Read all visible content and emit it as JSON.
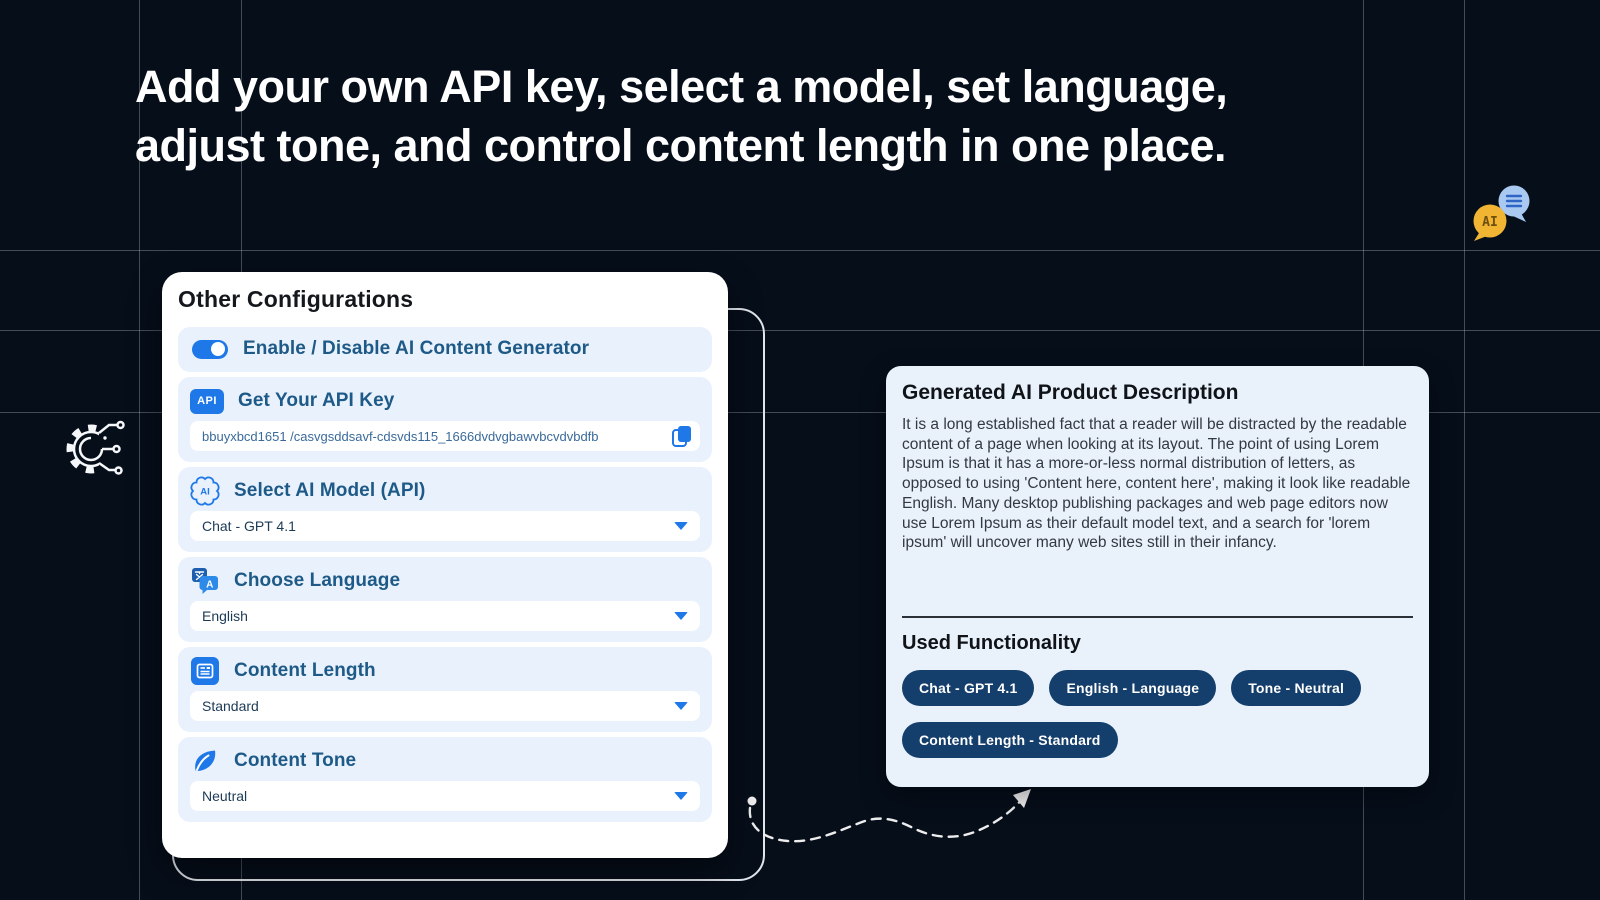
{
  "colors": {
    "bg": "#060e1a",
    "grid": "rgba(199,208,222,0.32)",
    "accent": "#1e78e8",
    "label": "#1e5a87",
    "value-text": "#1c3a55",
    "card-bg": "#ffffff",
    "section-bg": "#e9f1fd",
    "result-bg": "#e9f1fa",
    "badge-bg": "#143e6b",
    "badge-text": "#ffffff",
    "heading-text": "#ffffff",
    "outline": "#e2e6ec",
    "paragraph": "#343941",
    "title-dark": "#14181d",
    "bubble-yellow": "#f1b433",
    "bubble-blue": "#aac9f0"
  },
  "heading": {
    "line1": "Add your own API key, select a model, set language,",
    "line2": "adjust tone, and control content length in one place."
  },
  "config_card": {
    "title": "Other Configurations",
    "toggle": {
      "label": "Enable / Disable AI Content Generator",
      "state": "on"
    },
    "api": {
      "badge": "API",
      "title": "Get Your API Key",
      "key": "bbuyxbcd1651 /casvgsddsavf-cdsvds115_1666dvdvgbawvbcvdvbdfb"
    },
    "model": {
      "title": "Select AI Model (API)",
      "value": "Chat - GPT 4.1"
    },
    "language": {
      "title": "Choose Language",
      "value": "English"
    },
    "length": {
      "title": "Content Length",
      "value": "Standard"
    },
    "tone": {
      "title": "Content Tone",
      "value": "Neutral"
    }
  },
  "result_card": {
    "title": "Generated AI Product Description",
    "body": "It is a long established fact that a reader will be distracted by the  readable content of a page when looking at its layout. The point of  using Lorem Ipsum is that it has a more-or-less normal distribution of  letters, as opposed to using 'Content here, content here', making it  look like readable English. Many desktop publishing packages and web page editors now use Lorem  Ipsum as their default model text, and a search for 'lorem ipsum' will  uncover many web sites still in their infancy.",
    "subtitle": "Used Functionality",
    "badges": [
      "Chat - GPT 4.1",
      "English - Language",
      "Tone - Neutral",
      "Content Length - Standard"
    ]
  },
  "icons": {
    "ai_bubble_text": "AI",
    "model_icon_text": "AI",
    "translate_front_glyph": "A"
  }
}
